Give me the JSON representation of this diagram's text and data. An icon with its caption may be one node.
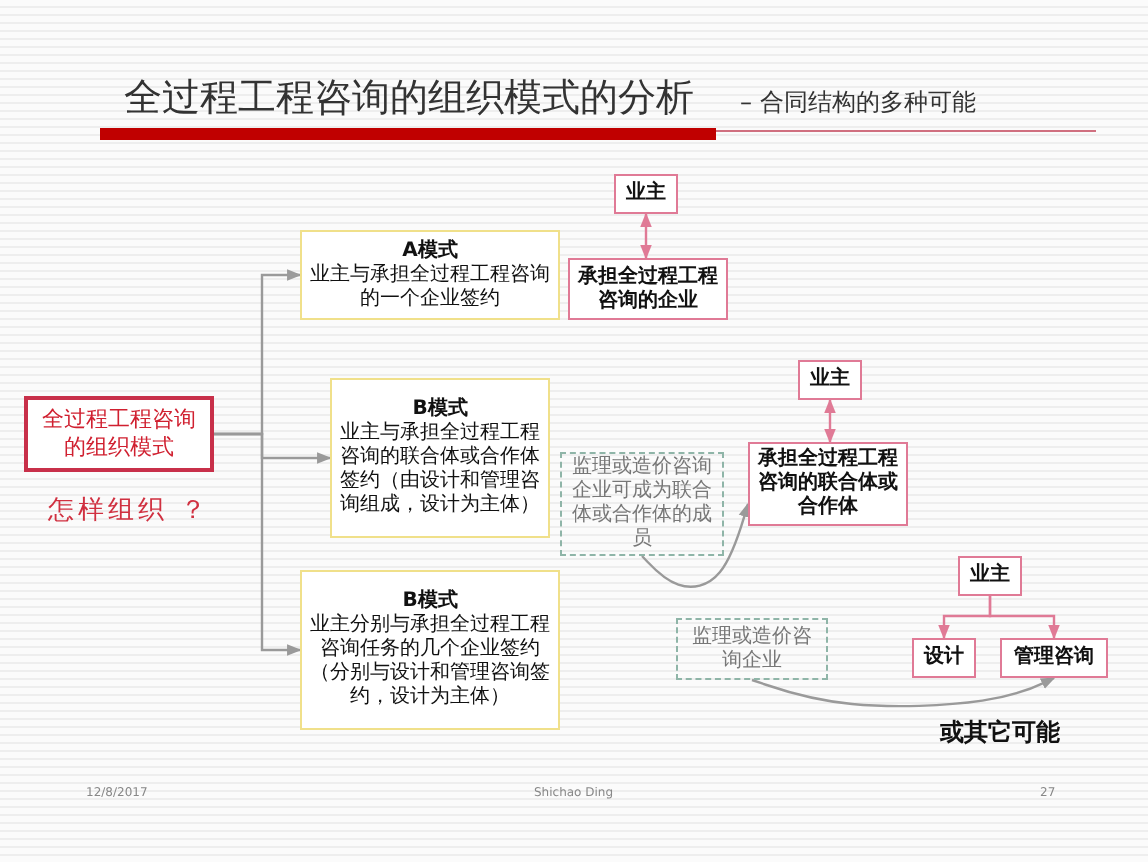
{
  "diagram": {
    "title": "全过程工程咨询的组织模式的分析",
    "nodes": [
      {
        "text": [
          "全过程工程咨询的组织模式"
        ],
        "beside": [
          "怎样组织 ？"
        ]
      },
      {
        "text": [
          "A模式",
          "业主与承担全过程工程咨询的一个企业签约"
        ]
      },
      {
        "text": [
          "B模式",
          "业主与承担全过程工程咨询的联合体或合作体签约（由设计和管理咨询组成，设计为主体）"
        ]
      },
      {
        "text": [
          "B模式",
          "业主分别与承担全过程工程咨询任务的几个企业签约（分别与设计和管理咨询签约，设计为主体）"
        ]
      },
      {
        "text": [
          "业主"
        ]
      },
      {
        "text": [
          "承担全过程工程咨询的企业"
        ]
      },
      {
        "text": [
          "业主"
        ]
      },
      {
        "text": [
          "承担全过程工程咨询的联合体或合作体"
        ]
      },
      {
        "text": [
          "监理或造价咨询企业可成为联合体或合作体的成员"
        ]
      },
      {
        "text": [
          "业主"
        ]
      },
      {
        "text": [
          "设计"
        ]
      },
      {
        "text": [
          "管理咨询"
        ]
      },
      {
        "text": [
          "监理或造价咨询企业"
        ]
      }
    ],
    "edges": [
      {
        "from": 0,
        "to": 1,
        "arrow": "to"
      },
      {
        "from": 0,
        "to": 2,
        "arrow": "to"
      },
      {
        "from": 0,
        "to": 3,
        "arrow": "to"
      },
      {
        "from": 4,
        "to": 5,
        "arrow": "both",
        "color": "#e07a96"
      },
      {
        "from": 6,
        "to": 7,
        "arrow": "both",
        "color": "#e07a96"
      },
      {
        "from": 8,
        "to": 7,
        "arrow": "to"
      },
      {
        "from": 9,
        "to": 10,
        "arrow": "to",
        "color": "#e07a96"
      },
      {
        "from": 9,
        "to": 11,
        "arrow": "to",
        "color": "#e07a96"
      },
      {
        "from": 12,
        "to": 11,
        "arrow": "to"
      }
    ],
    "labels": [
      "– 合同结构的多种可能",
      "或其它可能",
      "12/8/2017",
      "Shichao Ding",
      "27"
    ]
  }
}
